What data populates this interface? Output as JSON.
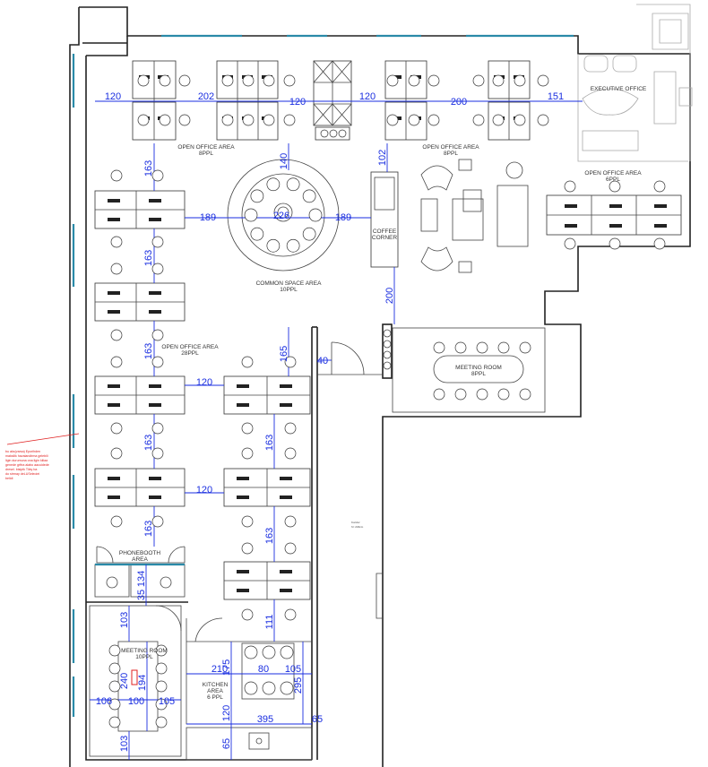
{
  "labels": {
    "open_office_top_left": "OPEN OFFICE AREA",
    "open_office_top_left_cap": "8PPL",
    "open_office_top_right": "OPEN OFFICE AREA",
    "open_office_top_right_cap": "8PPL",
    "open_office_right": "OPEN OFFICE AREA",
    "open_office_right_cap": "6PPL",
    "open_office_main": "OPEN OFFICE AREA",
    "open_office_main_cap": "28PPL",
    "executive_office": "EXECUTIVE OFFICE",
    "common_space": "COMMON SPACE AREA",
    "common_space_cap": "10PPL",
    "coffee_corner_1": "COFFEE",
    "coffee_corner_2": "CORNER",
    "meeting_room": "MEETING ROOM",
    "meeting_room_cap": "8PPL",
    "phonebooth_1": "PHONEBOOTH",
    "phonebooth_2": "AREA",
    "meeting_room_small": "MEETING ROOM",
    "meeting_room_small_cap": "10PPL",
    "kitchen_1": "KITCHEN",
    "kitchen_2": "AREA",
    "kitchen_cap": "6 PPL",
    "corridor_1": "Koridor",
    "corridor_2": "h= 246cm"
  },
  "note": {
    "line1": "bu aks(varsa) Eporihden",
    "line2": "maksilik havalandirma gelebili",
    "line3": "ligin durumuna ona ligin kiliaa",
    "line4": "genede grftra alabo aacuidede",
    "line5": "dresel. bisiptk Tiley ba",
    "line6": "do strmay deLUSeleoiei",
    "line7": "belidi"
  },
  "dimensions": {
    "d120a": "120",
    "d202": "202",
    "d120b": "120",
    "d120c": "120",
    "d200a": "200",
    "d151": "151",
    "d163a": "163",
    "d140": "140",
    "d102": "102",
    "d189a": "189",
    "d189b": "189",
    "d226": "226",
    "d163b": "163",
    "d200b": "200",
    "d165": "165",
    "d40": "40",
    "d163c": "163",
    "d120d": "120",
    "d163d": "163",
    "d163e": "163",
    "d120e": "120",
    "d163f": "163",
    "d163g": "163",
    "d111": "111",
    "d103a": "103",
    "d134": "134",
    "d35": "35",
    "d194": "194",
    "d210": "210",
    "d175": "175",
    "d80": "80",
    "d105a": "105",
    "d295": "295",
    "d106": "106",
    "d100": "100",
    "d105b": "105",
    "d120f": "120",
    "d395": "395",
    "d65a": "65",
    "d65b": "65",
    "d103b": "103",
    "d240": "240"
  }
}
